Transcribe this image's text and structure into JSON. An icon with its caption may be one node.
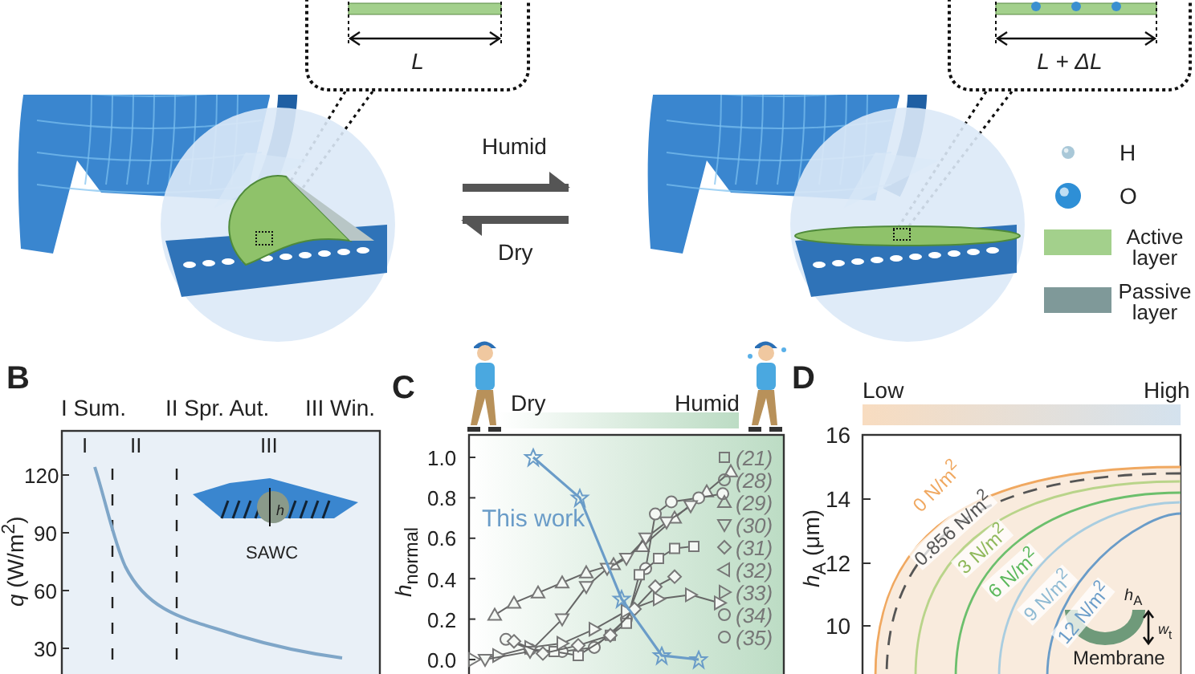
{
  "diagram": {
    "nodes": [
      {
        "text": [],
        "shape": "picture"
      },
      {
        "text": [],
        "shape": "box",
        "in": 0
      },
      {
        "text": [
          "L"
        ]
      },
      {
        "text": [],
        "shape": "picture"
      },
      {
        "text": [],
        "shape": "box",
        "in": 3
      },
      {
        "text": [
          "L + ΔL"
        ]
      }
    ],
    "edges": [
      {
        "from": 0,
        "to": 3,
        "arrow": "to",
        "label": "Humid",
        "style": "thick"
      },
      {
        "from": 3,
        "to": 0,
        "arrow": "to",
        "label": "Dry",
        "style": "thick"
      },
      {
        "from": 2,
        "to": 1,
        "arrow": "none",
        "style": "dashed"
      },
      {
        "from": 2,
        "to": 1,
        "arrow": "none",
        "style": "dashed"
      },
      {
        "from": 5,
        "to": 4,
        "arrow": "none",
        "style": "dashed"
      },
      {
        "from": 5,
        "to": 4,
        "arrow": "none",
        "style": "dashed"
      }
    ],
    "labels": [
      "B",
      "I Sum.",
      "II Spr. Aut.",
      "III Win.",
      "I",
      "II",
      "III",
      "120",
      "90",
      "60",
      "30",
      "*q* (W/m$^{2}$)",
      "SAWC",
      "*h*",
      "C",
      "Dry",
      "Humid",
      "1.0",
      "0.8",
      "0.6",
      "0.4",
      "0.2",
      "0.0",
      "*h*$_{normal}$",
      "This work",
      "D",
      "Low",
      "High",
      "16",
      "14",
      "12",
      "10",
      "*h*$_{A}$ (μm)",
      "0 N/m$^{2}$",
      "0.856 N/m$^{2}$",
      "3 N/m$^{2}$",
      "6 N/m$^{2}$",
      "9 N/m$^{2}$",
      "12 N/m$^{2}$",
      "Membrane",
      "*h*$_{A}$",
      "*w*$_{t}$"
    ],
    "legend": [
      {
        "text": "H"
      },
      {
        "text": "O"
      },
      {
        "text": "Active layer",
        "color": "#a3d08c"
      },
      {
        "text": "Passive layer",
        "color": "#7f9999"
      },
      {
        "text": "*(21)*"
      },
      {
        "text": "*(28)*"
      },
      {
        "text": "*(29)*"
      },
      {
        "text": "*(30)*"
      },
      {
        "text": "*(31)*"
      },
      {
        "text": "*(32)*"
      },
      {
        "text": "*(33)*"
      },
      {
        "text": "*(34)*"
      },
      {
        "text": "*(35)*"
      }
    ]
  }
}
